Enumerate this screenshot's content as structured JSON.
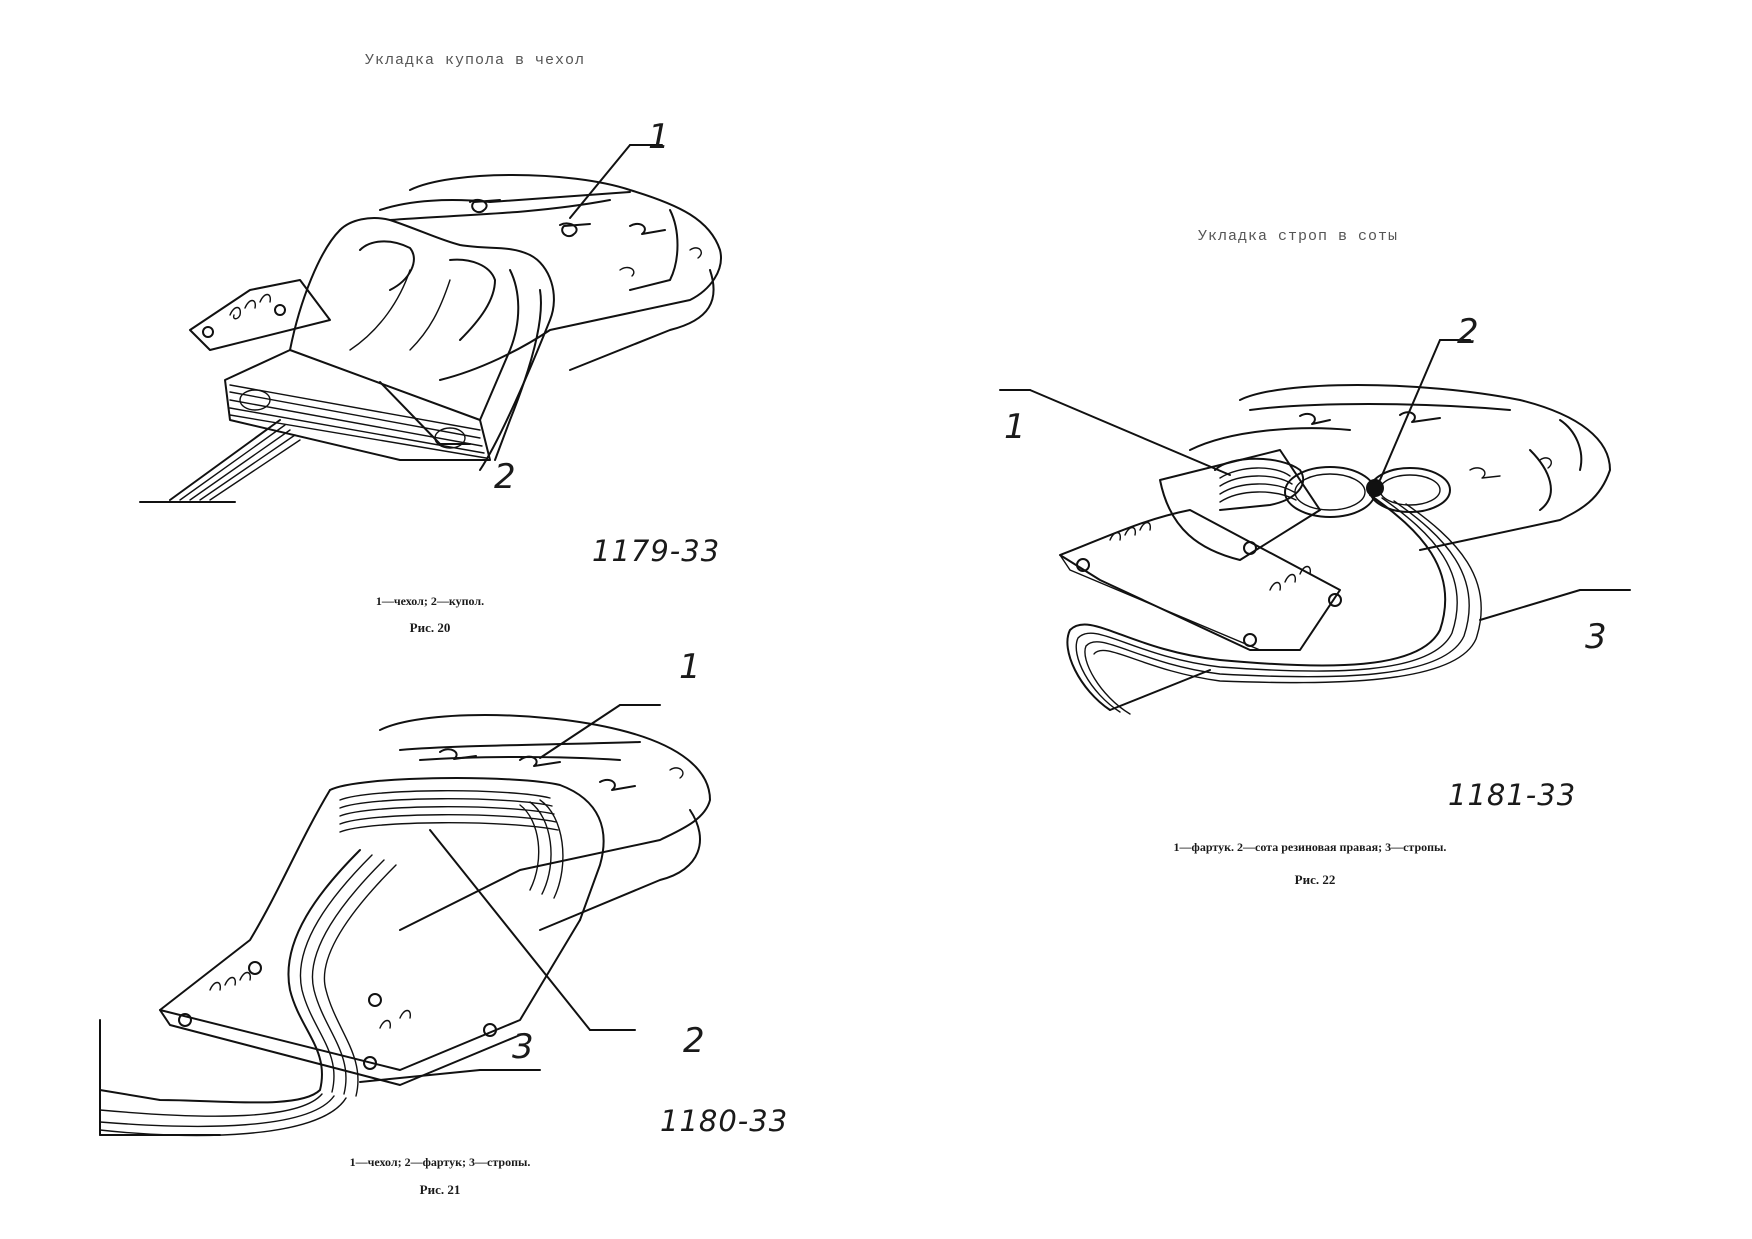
{
  "left_page": {
    "section_title": "Укладка купола в чехол",
    "fig20": {
      "callouts": [
        "1",
        "2"
      ],
      "drawing_code": "1179-33",
      "caption": "1—чехол; 2—купол.",
      "label": "Рис. 20"
    },
    "fig21": {
      "callouts": [
        "1",
        "2",
        "3"
      ],
      "drawing_code": "1180-33",
      "caption": "1—чехол; 2—фартук; 3—стропы.",
      "label": "Рис. 21"
    }
  },
  "right_page": {
    "section_title": "Укладка строп в соты",
    "fig22": {
      "callouts": [
        "1",
        "2",
        "3"
      ],
      "drawing_code": "1181-33",
      "caption": "1—фартук. 2—сота резиновая правая; 3—стропы.",
      "label": "Рис. 22"
    }
  }
}
